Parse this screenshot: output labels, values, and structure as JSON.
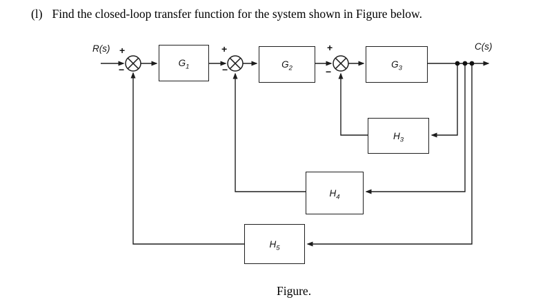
{
  "header": {
    "item_marker": "(l)",
    "title": "Find the closed-loop transfer function for the system shown in Figure below."
  },
  "diagram": {
    "input_label": "R(s)",
    "output_label": "C(s)",
    "blocks": {
      "g1": {
        "base": "G",
        "sub": "1"
      },
      "g2": {
        "base": "G",
        "sub": "2"
      },
      "g3": {
        "base": "G",
        "sub": "3"
      },
      "h3": {
        "base": "H",
        "sub": "3"
      },
      "h4": {
        "base": "H",
        "sub": "4"
      },
      "h5": {
        "base": "H",
        "sub": "5"
      }
    },
    "summing_junctions": {
      "sum1": {
        "plus": "+",
        "minus": "−"
      },
      "sum2": {
        "plus": "+",
        "minus": "−"
      },
      "sum3": {
        "plus": "+",
        "minus": "−"
      }
    },
    "caption": "Figure."
  },
  "colors": {
    "line": "#1d1d1d",
    "background": "#ffffff",
    "text": "#000000"
  }
}
